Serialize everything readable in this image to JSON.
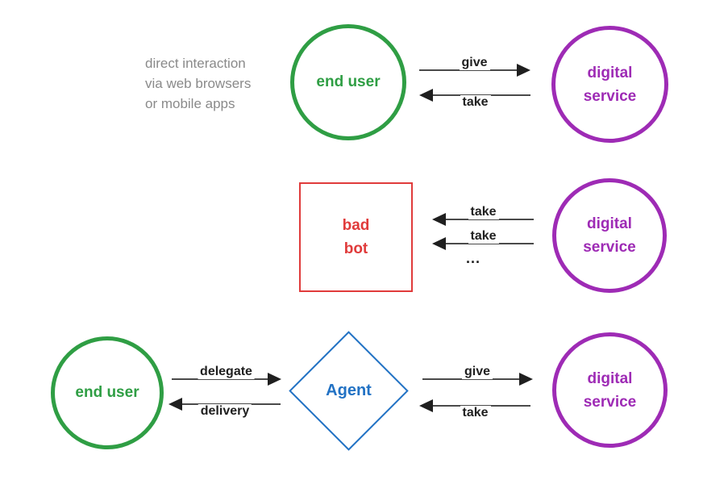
{
  "colors": {
    "green": "#2f9e44",
    "purple": "#9e2bb5",
    "red": "#e03b3b",
    "blue": "#2272c4",
    "gray": "#8a8a8a",
    "arrow": "#1f1f1f",
    "arrow_shaft": "#4a4a4a",
    "label": "#1f1f1f"
  },
  "note": {
    "line1": "direct interaction",
    "line2": "via web browsers",
    "line3": "or mobile apps"
  },
  "row1": {
    "end_user": "end user",
    "give": "give",
    "take": "take",
    "digital_service": "digital service"
  },
  "row2": {
    "bad_bot": "bad bot",
    "take_top": "take",
    "take_bottom": "take",
    "ellipsis": "...",
    "digital_service": "digital service"
  },
  "row3": {
    "end_user": "end user",
    "delegate": "delegate",
    "delivery": "delivery",
    "agent": "Agent",
    "give": "give",
    "take": "take",
    "digital_service": "digital service"
  }
}
